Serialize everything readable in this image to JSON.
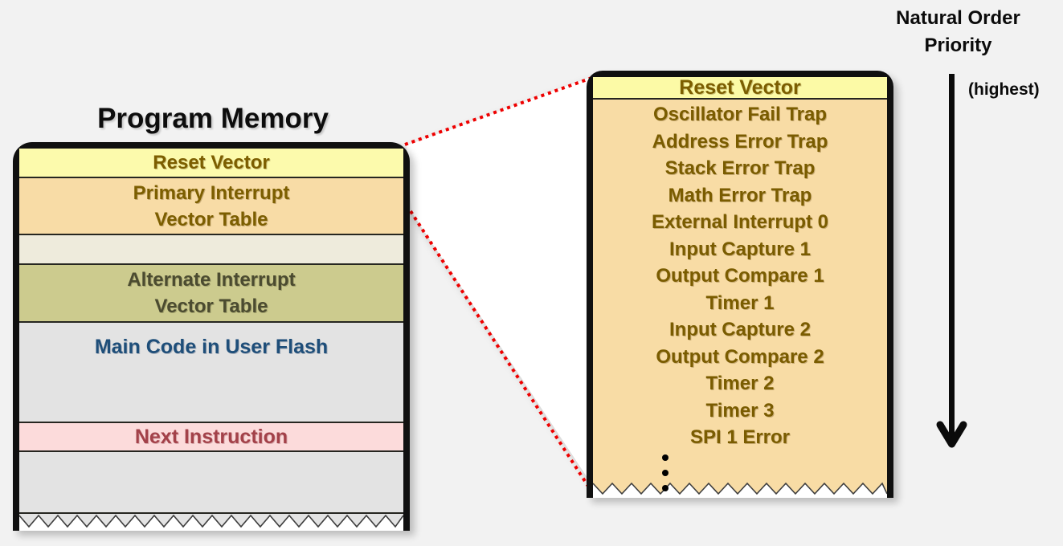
{
  "program_memory": {
    "title": "Program Memory",
    "sections": [
      {
        "label": "Reset Vector"
      },
      {
        "label": "Primary Interrupt\nVector Table"
      },
      {
        "label": ""
      },
      {
        "label": "Alternate Interrupt\nVector Table"
      },
      {
        "label": "Main Code in User Flash"
      },
      {
        "label": "Next Instruction"
      },
      {
        "label": ""
      }
    ]
  },
  "vector_detail": {
    "header": "Reset Vector",
    "entries": [
      "Oscillator Fail Trap",
      "Address Error Trap",
      "Stack Error Trap",
      "Math Error Trap",
      "External Interrupt 0",
      "Input Capture 1",
      "Output Compare 1",
      "Timer 1",
      "Input Capture 2",
      "Output Compare 2",
      "Timer 2",
      "Timer 3",
      "SPI 1 Error"
    ],
    "ellipsis_icon": "vertical-ellipsis"
  },
  "priority": {
    "title": "Natural Order Priority",
    "highest": "(highest)",
    "arrow_icon": "down-arrow"
  },
  "palette": {
    "background": "#f2f2f2",
    "reset_vector_bg": "#fcfaac",
    "primary_ivt_bg": "#f8dca6",
    "spacer_bg": "#eeebdc",
    "alternate_ivt_bg": "#cccb8e",
    "code_bg": "#e3e3e3",
    "next_instruction_bg": "#fcdbdb",
    "gold_text": "#7c5e00",
    "alternate_text": "#4b4b30",
    "code_text": "#1e4e79",
    "next_instruction_text": "#a34149",
    "beam_fill": "#ffffff",
    "dotted_line": "#ee0000",
    "box_border": "#101010"
  }
}
